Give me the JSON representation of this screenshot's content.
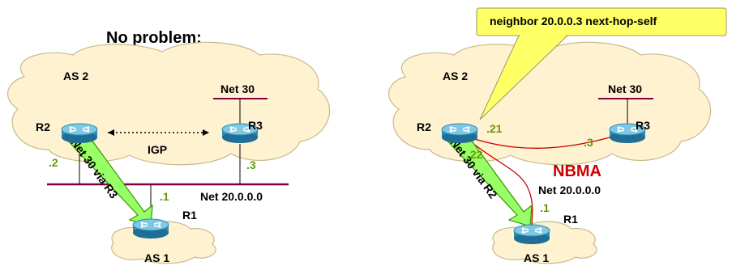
{
  "colors": {
    "cloud_fill": "#FFF2D0",
    "cloud_stroke": "#C9B98E",
    "router_body": "#2B8BB8",
    "router_top": "#7EC8E3",
    "router_arrows": "#ffffff",
    "lan_line": "#800040",
    "green_label": "#669900",
    "arrow_fill": "#99FF66",
    "arrow_stroke": "#339900",
    "nbma_red": "#CC0000",
    "callout_fill": "#FFFF66",
    "callout_stroke": "#999966"
  },
  "left": {
    "title": "No problem:",
    "as2_label": "AS 2",
    "as1_label": "AS 1",
    "net30_label": "Net 30",
    "net20_label": "Net 20.0.0.0",
    "igp_label": "IGP",
    "r1_label": "R1",
    "r2_label": "R2",
    "r3_label": "R3",
    "r2_addr": ".2",
    "r3_addr": ".3",
    "r1_addr": ".1",
    "arrow_text": "Net 30 via R3"
  },
  "right": {
    "callout_text": "neighbor 20.0.0.3 next-hop-self",
    "as2_label": "AS 2",
    "as1_label": "AS 1",
    "net30_label": "Net 30",
    "nbma_label": "NBMA",
    "net20_label": "Net 20.0.0.0",
    "r1_label": "R1",
    "r2_label": "R2",
    "r3_label": "R3",
    "r2_addr_a": ".21",
    "r2_addr_b": ".22",
    "r3_addr": ".3",
    "r1_addr": ".1",
    "arrow_text": "Net 30 via R2"
  }
}
